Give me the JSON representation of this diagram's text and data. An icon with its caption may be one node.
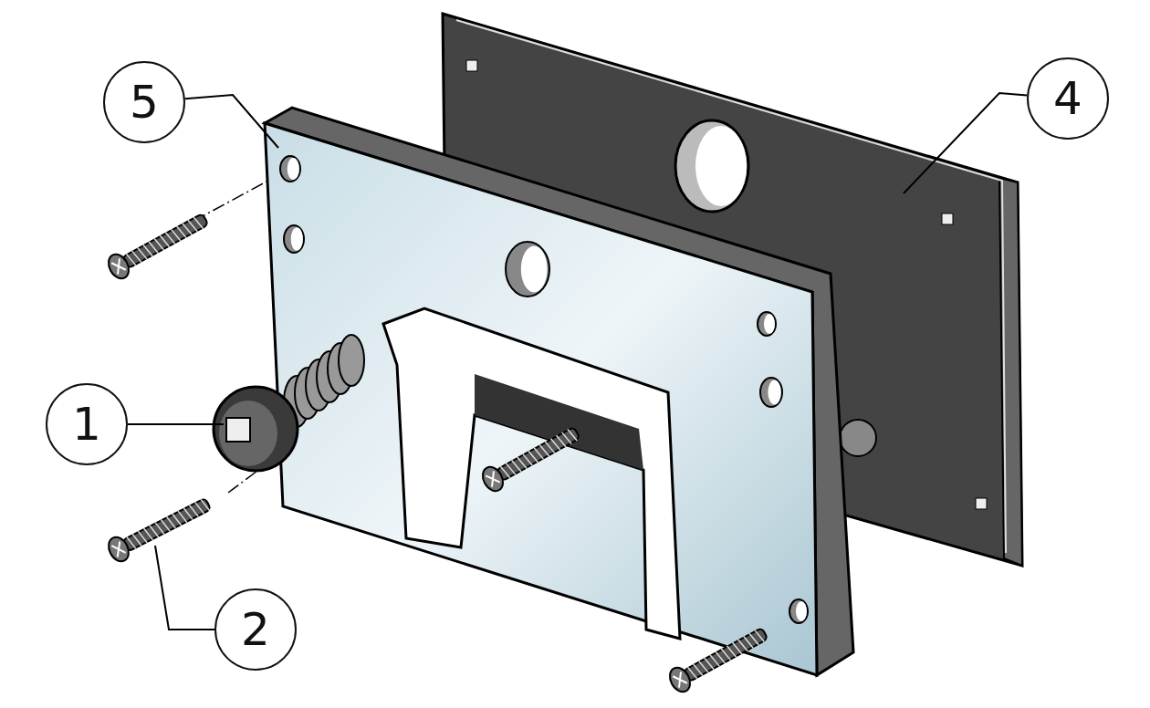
{
  "diagram": {
    "nodes": [
      {
        "text": [
          "5"
        ]
      },
      {
        "text": [
          "4"
        ]
      },
      {
        "text": [
          "1"
        ]
      },
      {
        "text": [
          "2"
        ]
      },
      {
        "text": [],
        "shape": "picture"
      },
      {
        "text": [],
        "shape": "picture"
      },
      {
        "text": [],
        "shape": "picture"
      },
      {
        "text": [],
        "shape": "picture"
      }
    ],
    "edges": [
      {
        "from": 0,
        "to": 5,
        "arrow": "none"
      },
      {
        "from": 1,
        "to": 4,
        "arrow": "none"
      },
      {
        "from": 2,
        "to": 6,
        "arrow": "none"
      },
      {
        "from": 3,
        "to": 7,
        "arrow": "none"
      }
    ]
  }
}
